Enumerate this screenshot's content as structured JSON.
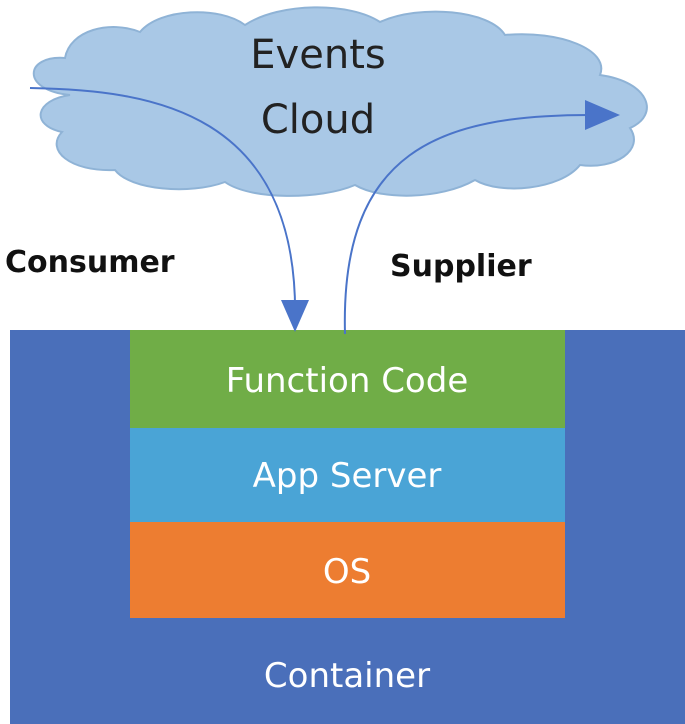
{
  "cloud": {
    "line1": "Events",
    "line2": "Cloud"
  },
  "arrows": {
    "consumer_label": "Consumer",
    "supplier_label": "Supplier"
  },
  "stack": {
    "function_code": "Function Code",
    "app_server": "App Server",
    "os": "OS",
    "container": "Container"
  },
  "colors": {
    "cloud_fill": "#a9c8e6",
    "cloud_stroke": "#8fb3d6",
    "arrow": "#4a74c9",
    "container": "#4a6fba",
    "function_code": "#70ad47",
    "app_server": "#4aa4d6",
    "os": "#ed7d31"
  }
}
